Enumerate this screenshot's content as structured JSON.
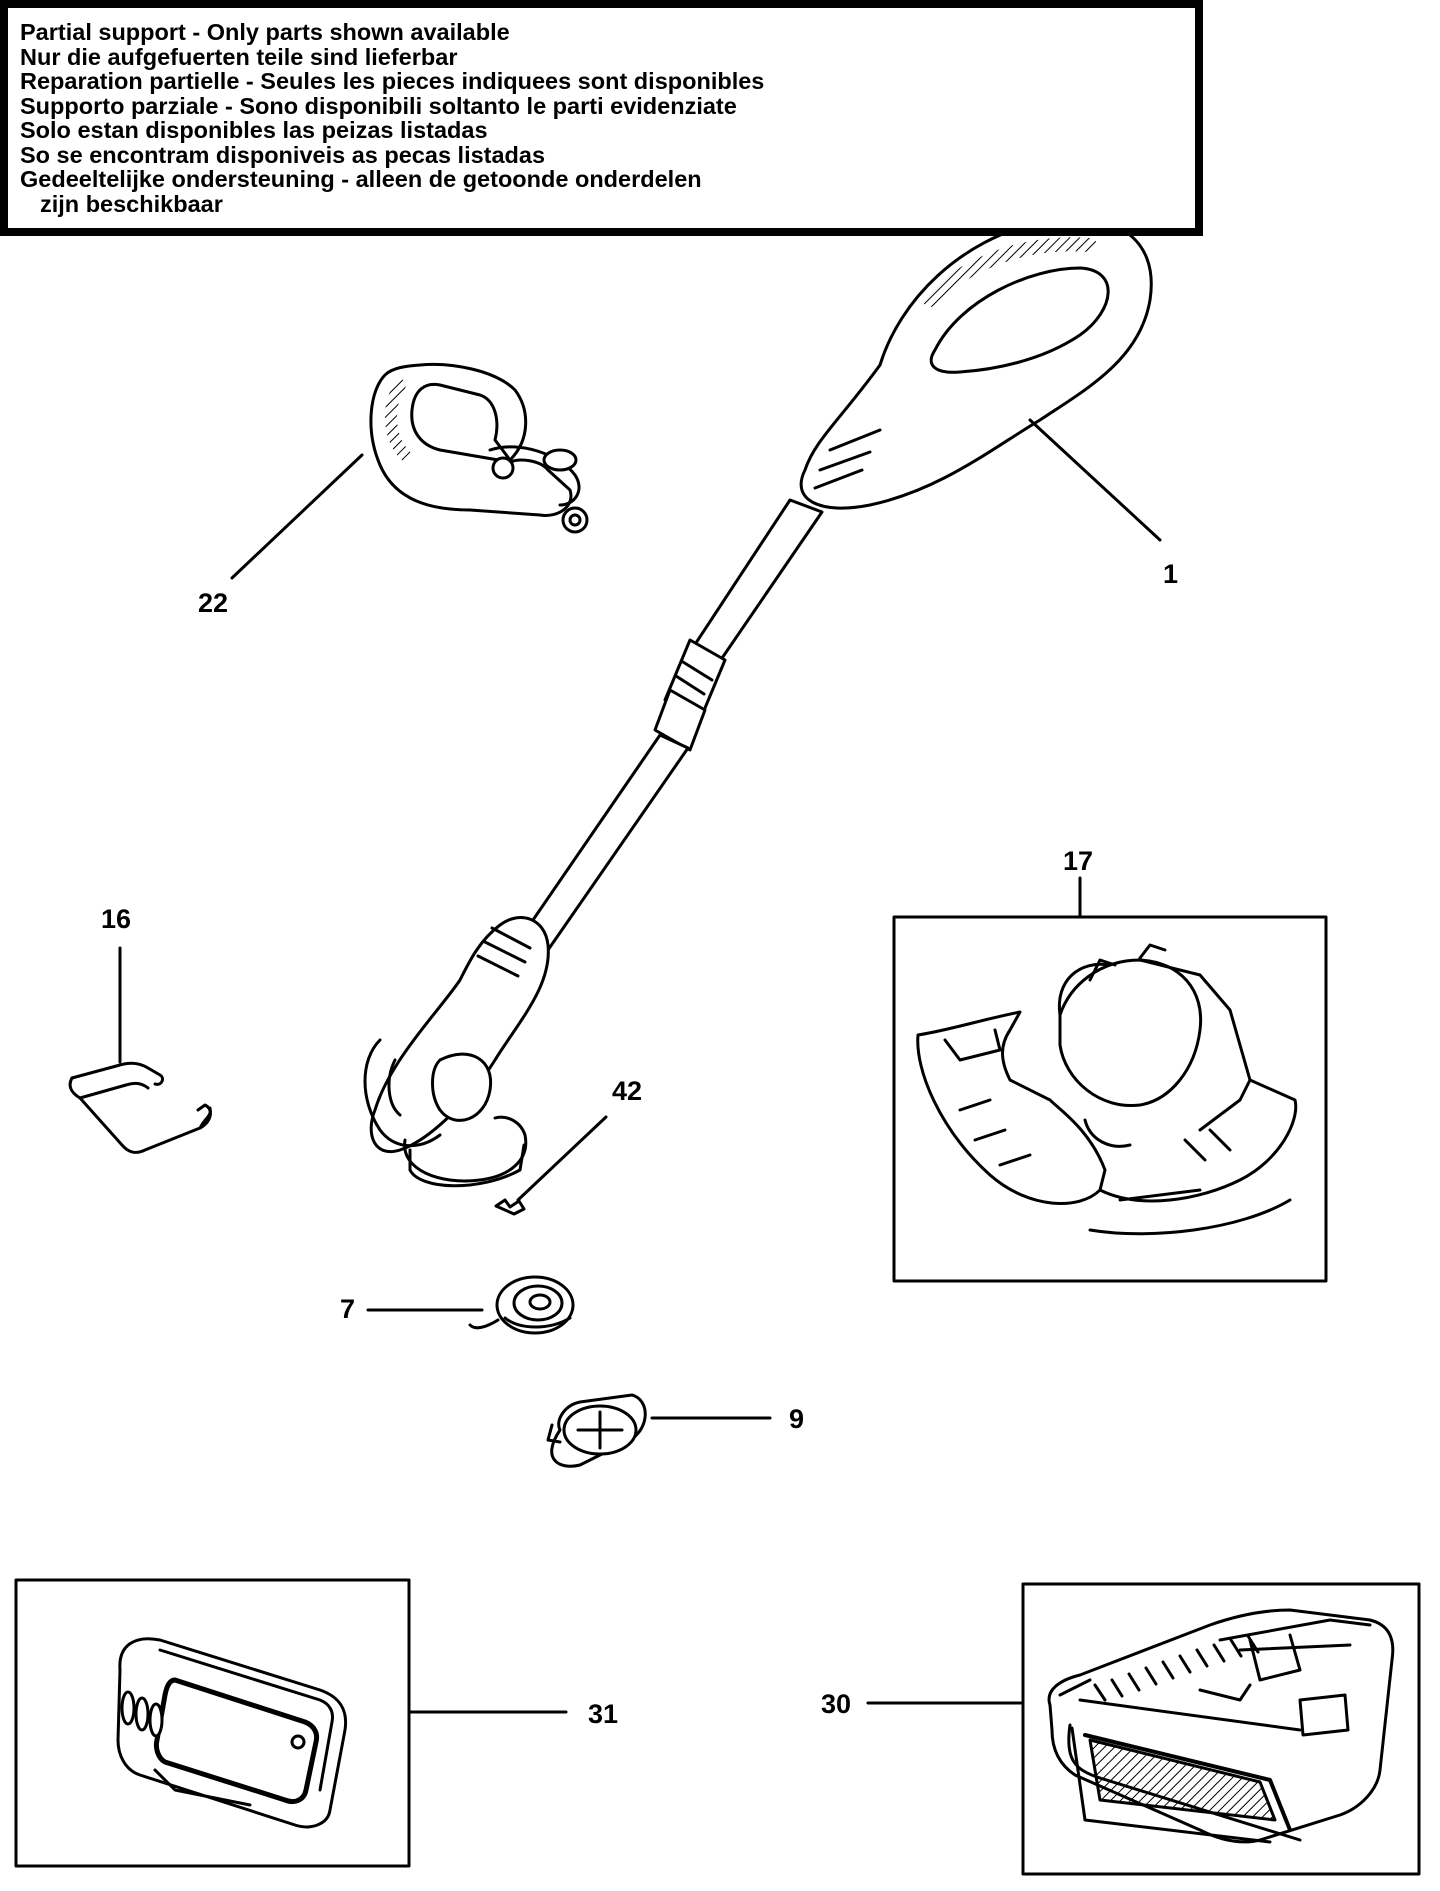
{
  "notice": {
    "lines": [
      "Partial support - Only parts shown available",
      "Nur die aufgefuerten teile sind lieferbar",
      "Reparation partielle - Seules les pieces indiquees sont disponibles",
      "Supporto parziale - Sono disponibili soltanto le parti evidenziate",
      "Solo estan disponibles las peizas listadas",
      "So se encontram disponiveis as pecas listadas",
      "Gedeeltelijke ondersteuning - alleen de getoonde onderdelen",
      "zijn beschikbaar"
    ]
  },
  "callouts": {
    "trimmer_body": "1",
    "aux_handle": "22",
    "guard_clip": "16",
    "guard": "17",
    "spring": "42",
    "spool": "7",
    "spool_cap": "9",
    "battery": "31",
    "charger": "30"
  },
  "colors": {
    "ink": "#000000",
    "paper": "#ffffff"
  }
}
